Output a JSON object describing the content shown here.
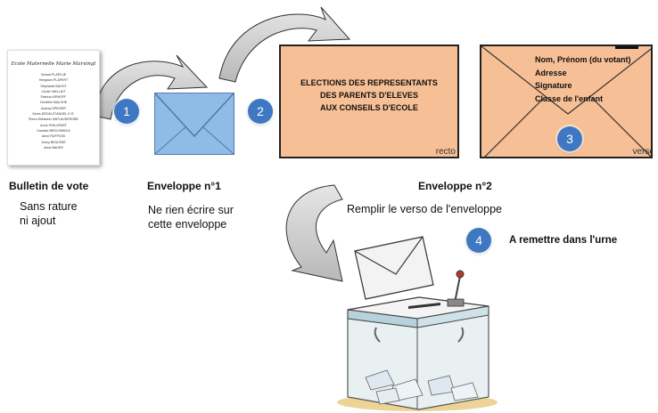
{
  "ballot": {
    "school": "Ecole Maternelle Marie Marvingt",
    "names": [
      "Gerard PLAPLUE",
      "Hengwen PLAPERT",
      "Stephanie BAHOT",
      "Cecile VAN-LUIT",
      "Patricia KIRHOFF",
      "Christine MALOHE",
      "Audrey SPIESER",
      "Denis DROM-STANGEL D.R.",
      "Pierre-Elisabeth SAPLAUDEROBE",
      "Anne PHILLIPART",
      "Caroline BROCHMEUX",
      "Anne RUFFIOSI",
      "Jenny BEAUSSE",
      "Anne BAUER"
    ]
  },
  "badges": [
    "1",
    "2",
    "3",
    "4"
  ],
  "envelope2_recto": {
    "lines": [
      "ELECTIONS DES REPRESENTANTS",
      "DES PARENTS D'ELEVES",
      "AUX CONSEILS D'ECOLE"
    ],
    "corner": "recto"
  },
  "envelope2_verso": {
    "lines": [
      "Nom, Prénom (du votant)",
      "Adresse",
      "Signature",
      "Classe de l'enfant"
    ],
    "corner": "verso"
  },
  "captions": {
    "ballot_title": "Bulletin de vote",
    "ballot_note_1": "Sans rature",
    "ballot_note_2": "ni ajout",
    "env1_title": "Enveloppe n°1",
    "env1_note_1": "Ne rien écrire sur",
    "env1_note_2": "cette enveloppe",
    "env2_title": "Enveloppe n°2",
    "env2_note": "Remplir le verso de l'enveloppe",
    "urn_note": "A remettre dans l'urne"
  },
  "colors": {
    "badge": "#3f78c2",
    "envelope1": "#8fbbe8",
    "envelope2": "#f7bf95"
  }
}
